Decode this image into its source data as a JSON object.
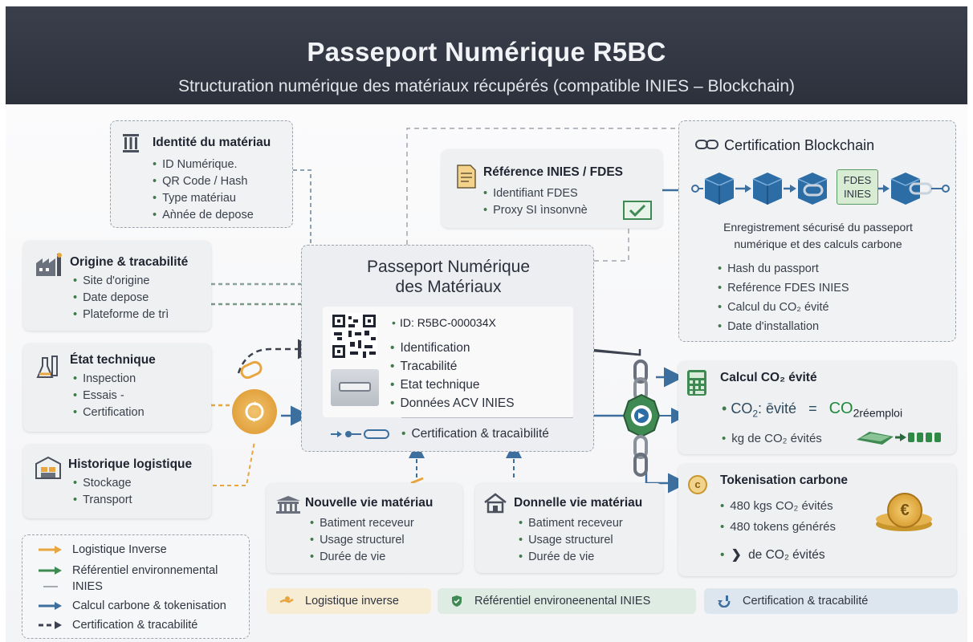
{
  "header": {
    "title": "Passeport Numérique R5BC",
    "subtitle": "Structuration numérique des matériaux récupérés (compatible INIES – Blockchain)"
  },
  "identite": {
    "title": "Identité du matériau",
    "items": [
      "ID Numérique.",
      "QR Code / Hash",
      "Type matériau",
      "Aǹnée de depose"
    ]
  },
  "origine": {
    "title": "Origine & tracabilité",
    "items": [
      "Site d'origine",
      "Date depose",
      "Plateforme de trì"
    ]
  },
  "etat": {
    "title": "État technique",
    "items": [
      "Inspection",
      "Essais -",
      "Certification"
    ]
  },
  "historique": {
    "title": "Historique logistique",
    "items": [
      "Stockage",
      "Transport"
    ]
  },
  "reference": {
    "title": "Référence INIES / FDES",
    "items": [
      "Identifiant FDES",
      "Proxy SI ìnsonvnè"
    ]
  },
  "blockchain": {
    "title": "Certification Blockchain",
    "block_label_1": "FDES",
    "block_label_2": "INIES",
    "description_1": "Enregistrement sécurisé du passeport",
    "description_2": "numérique et des calculs carbone",
    "items": [
      "Hash du passport",
      "Reférence FDES INIES",
      "Calcul du CO₂ évité",
      "Date d'installation"
    ]
  },
  "passport": {
    "title_line1": "Passeport Numérique",
    "title_line2": "des Matériaux",
    "id": "ID: R5BC-000034X",
    "items": [
      "Identification",
      "Tracabilité",
      "Etat technique",
      "Données ACV INIES"
    ],
    "footer": "Certification & tracaìbilité"
  },
  "calcul": {
    "title": "Calcul CO₂ évité",
    "f_co2": "CO",
    "f_sub": "2",
    "f_evite": ": ēvité",
    "f_eq": "=",
    "f_rhs": "CO",
    "f_rhs_sub": "2réemploi",
    "kg_line": "kg de CO₂ évités"
  },
  "tokenisation": {
    "title": "Tokenisation carbone",
    "items": [
      "480 kgs CO₂ évités",
      "480 tokens générés"
    ],
    "last": "de CO₂ évités"
  },
  "nouvelle": {
    "title": "Nouvelle vie matériau",
    "items": [
      "Batiment receveur",
      "Usage structurel",
      "Durée de vie"
    ]
  },
  "donnelle": {
    "title": "Donnelle vie matériau",
    "items": [
      "Batiment receveur",
      "Usage structurel",
      "Durée de vie"
    ]
  },
  "legend": {
    "items": [
      {
        "label": "Logistique Inverse",
        "color": "#e8a640"
      },
      {
        "label": "Référentiel environnemental",
        "color": "#3f8a52"
      },
      {
        "label": "INIES",
        "color": "#8a8f98"
      },
      {
        "label": "Calcul carbone & tokenisation",
        "color": "#3d6f9e"
      },
      {
        "label": "Certification & tracabilité",
        "color": "#3c4250"
      }
    ]
  },
  "bottom_pills": {
    "logistique": "Logistique inverse",
    "referentiel": "Référentiel environeenental INIES",
    "certification": "Certification & tracabilité"
  },
  "colors": {
    "header_bg": "#30353f",
    "green": "#3f8a52",
    "blue": "#3d6f9e",
    "orange": "#e8a640"
  }
}
